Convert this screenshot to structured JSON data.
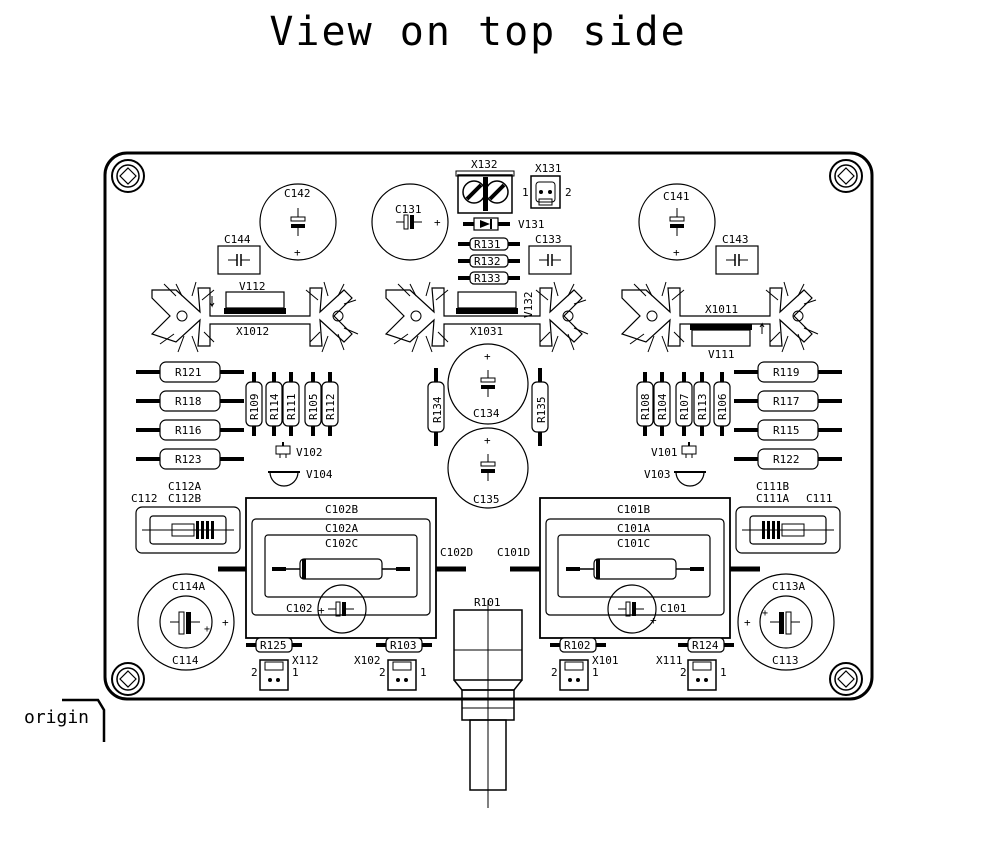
{
  "title": "View on top side",
  "origin_label": "origin",
  "labels": {
    "X132": "X132",
    "X131": "X131",
    "X131_p1": "1",
    "X131_p2": "2",
    "C131": "C131",
    "V131": "V131",
    "C142": "C142",
    "C141": "C141",
    "C144": "C144",
    "C143": "C143",
    "C133": "C133",
    "R131": "R131",
    "R132": "R132",
    "R133": "R133",
    "V112": "V112",
    "X1012": "X1012",
    "V132": "V132",
    "X1031": "X1031",
    "X1011": "X1011",
    "V111": "V111",
    "R121": "R121",
    "R118": "R118",
    "R116": "R116",
    "R123": "R123",
    "R109": "R109",
    "R114": "R114",
    "R111": "R111",
    "R105": "R105",
    "R112": "R112",
    "R134": "R134",
    "R135": "R135",
    "C134": "C134",
    "C135": "C135",
    "R108": "R108",
    "R104": "R104",
    "R107": "R107",
    "R113": "R113",
    "R106": "R106",
    "R119": "R119",
    "R117": "R117",
    "R115": "R115",
    "R122": "R122",
    "V102": "V102",
    "V104": "V104",
    "V101": "V101",
    "V103": "V103",
    "C112A": "C112A",
    "C112": "C112",
    "C112B": "C112B",
    "C111B": "C111B",
    "C111A": "C111A",
    "C111": "C111",
    "C102B": "C102B",
    "C102A": "C102A",
    "C102C": "C102C",
    "C101B": "C101B",
    "C101A": "C101A",
    "C101C": "C101C",
    "C102D": "C102D",
    "C101D": "C101D",
    "C102": "C102",
    "C101": "C101",
    "R101": "R101",
    "C114A": "C114A",
    "C114": "C114",
    "C113A": "C113A",
    "C113": "C113",
    "R125": "R125",
    "R103": "R103",
    "R102": "R102",
    "R124": "R124",
    "X112": "X112",
    "X102": "X102",
    "X101": "X101",
    "X111": "X111",
    "pin1": "1",
    "pin2": "2",
    "plus": "+"
  }
}
